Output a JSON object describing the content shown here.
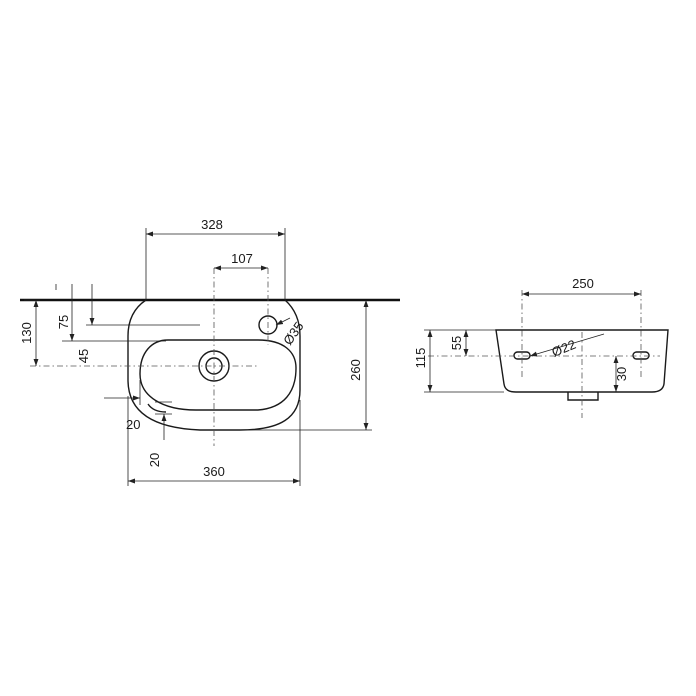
{
  "front_view": {
    "dims": {
      "overall_width": "328",
      "tap_offset": "107",
      "height_130": "130",
      "depth_75": "75",
      "depth_45": "45",
      "tap_hole": "Ø35",
      "projection": "260",
      "wall_20": "20",
      "rim_20": "20",
      "base_width": "360"
    }
  },
  "side_view": {
    "dims": {
      "mount_width": "250",
      "height_115": "115",
      "height_55": "55",
      "fixing_hole": "Ø22",
      "slot_30": "30"
    }
  }
}
